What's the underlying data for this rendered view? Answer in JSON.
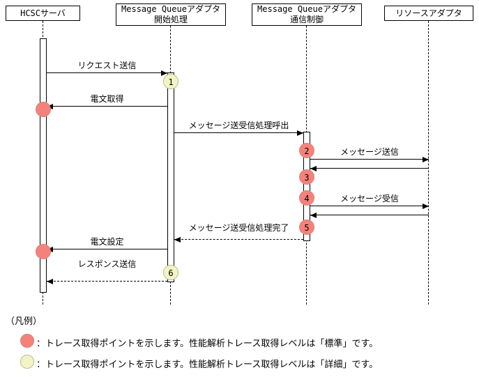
{
  "actors": [
    {
      "lines": [
        "HCSCサーバ",
        ""
      ]
    },
    {
      "lines": [
        "Message Queueアダプタ",
        "開始処理"
      ]
    },
    {
      "lines": [
        "Message Queueアダプタ",
        "通信制御"
      ]
    },
    {
      "lines": [
        "リソースアダプタ",
        ""
      ]
    }
  ],
  "messages": [
    {
      "label": "リクエスト送信",
      "from": 0,
      "to": 1,
      "line": "solid"
    },
    {
      "label": "電文取得",
      "from": 1,
      "to": 0,
      "line": "solid"
    },
    {
      "label": "メッセージ送受信処理呼出",
      "from": 1,
      "to": 2,
      "line": "solid"
    },
    {
      "label": "メッセージ送信",
      "from": 2,
      "to": 3,
      "line": "solid"
    },
    {
      "label": "",
      "from": 3,
      "to": 2,
      "line": "solid"
    },
    {
      "label": "メッセージ受信",
      "from": 2,
      "to": 3,
      "line": "solid"
    },
    {
      "label": "",
      "from": 3,
      "to": 2,
      "line": "solid"
    },
    {
      "label": "メッセージ送受信処理完了",
      "from": 2,
      "to": 1,
      "line": "dashed"
    },
    {
      "label": "電文設定",
      "from": 1,
      "to": 0,
      "line": "solid"
    },
    {
      "label": "レスポンス送信",
      "from": 1,
      "to": 0,
      "line": "dashed"
    }
  ],
  "trace_points": [
    {
      "number": "1",
      "level": "detail"
    },
    {
      "number": "",
      "level": "standard"
    },
    {
      "number": "2",
      "level": "standard"
    },
    {
      "number": "3",
      "level": "standard"
    },
    {
      "number": "4",
      "level": "standard"
    },
    {
      "number": "5",
      "level": "standard"
    },
    {
      "number": "",
      "level": "standard"
    },
    {
      "number": "6",
      "level": "detail"
    }
  ],
  "legend": {
    "title": "（凡例）",
    "items": [
      {
        "level": "standard",
        "text": "：トレース取得ポイントを示します。性能解析トレース取得レベルは「標準」です。"
      },
      {
        "level": "detail",
        "text": "：トレース取得ポイントを示します。性能解析トレース取得レベルは「詳細」です。"
      }
    ]
  },
  "colors": {
    "standard": "#f5827a",
    "detail": "#f2f4c6"
  }
}
